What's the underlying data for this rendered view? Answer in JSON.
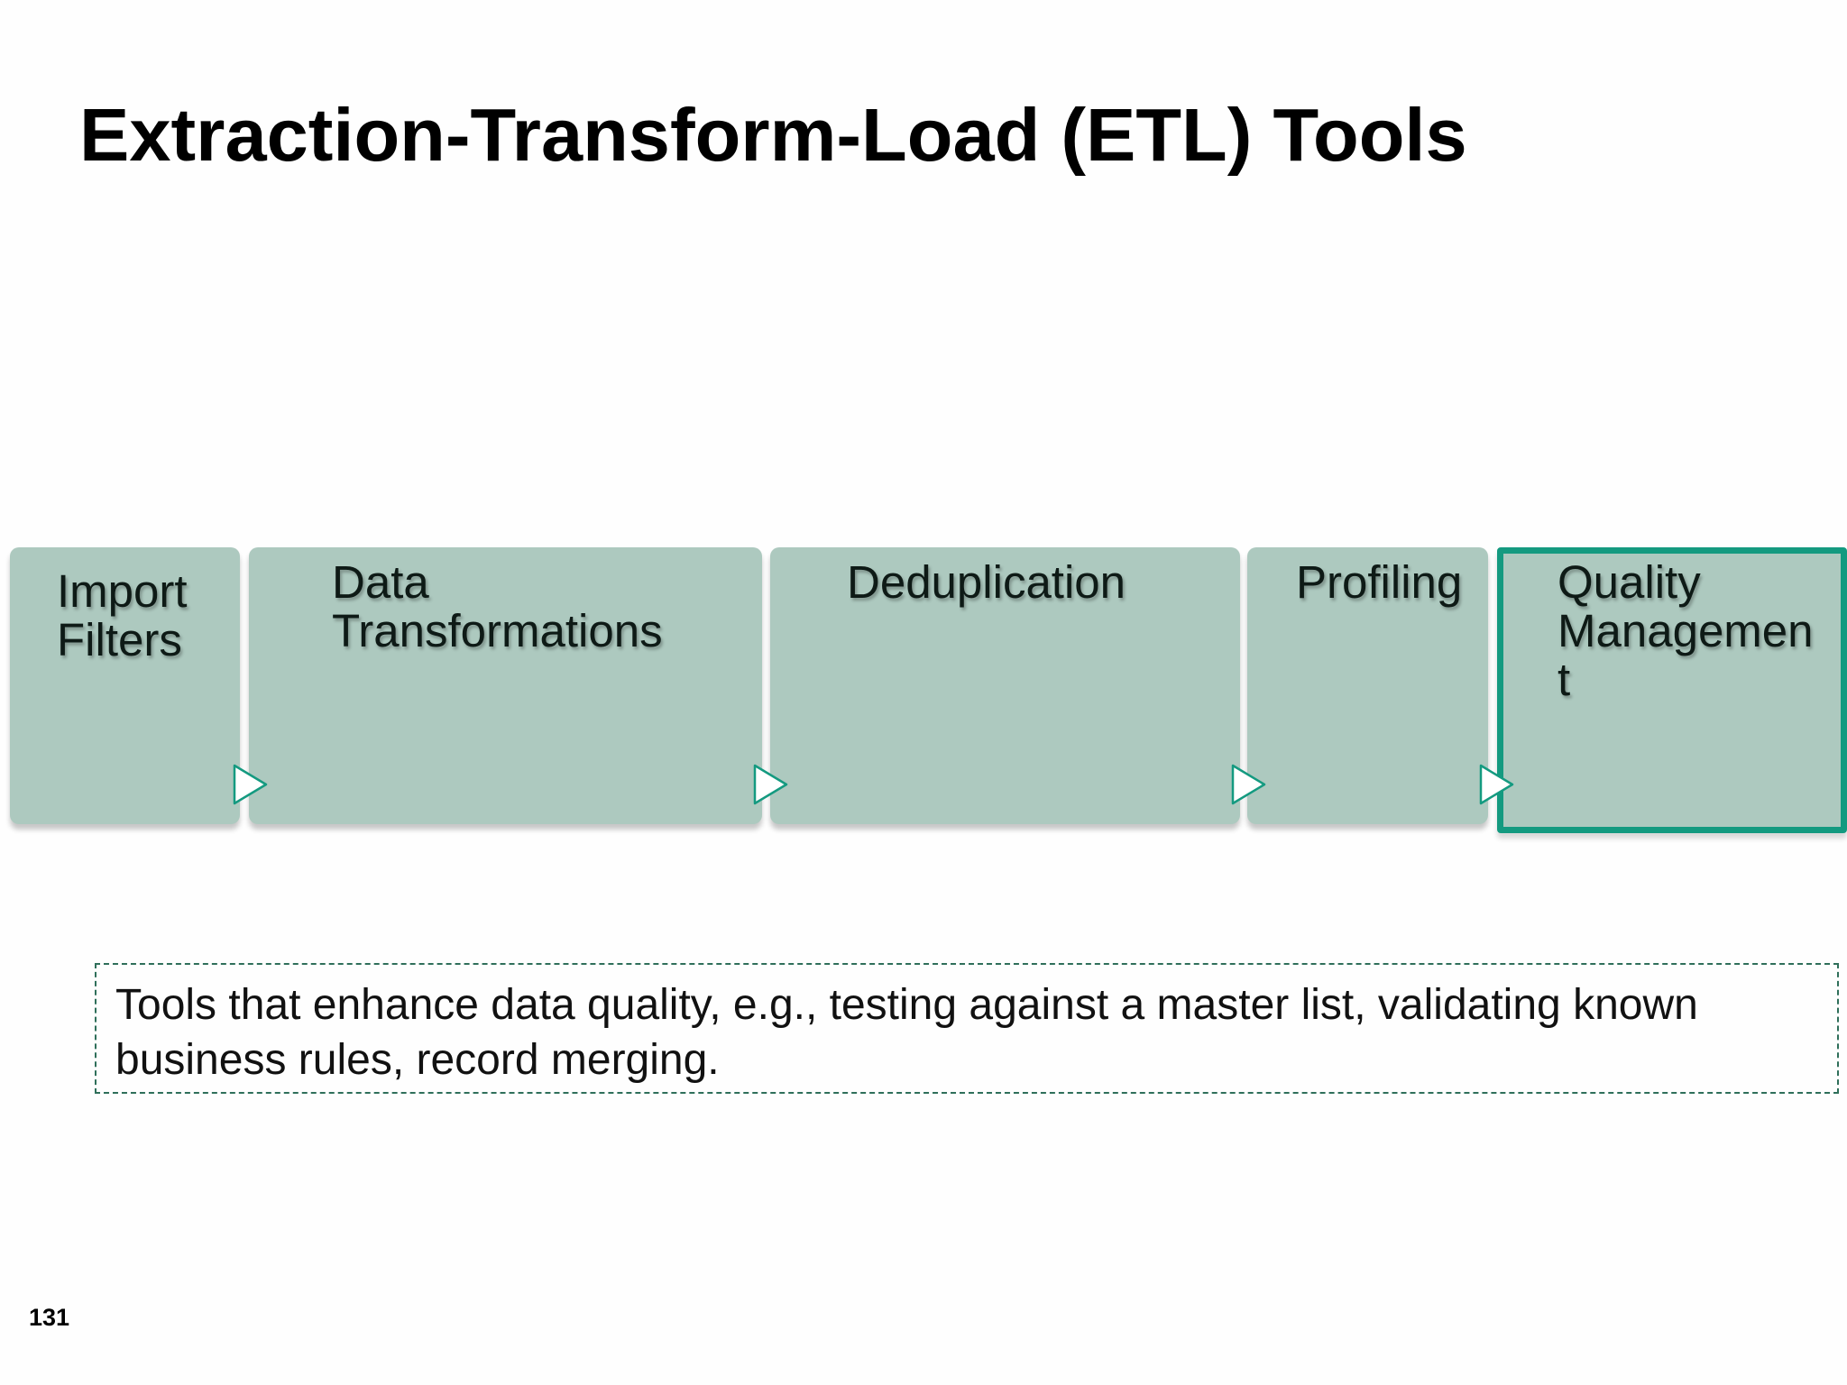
{
  "slide": {
    "title": "Extraction-Transform-Load (ETL) Tools",
    "page_number": "131"
  },
  "process": {
    "accent_color": "#149a80",
    "box_color": "#adc9bf",
    "steps": [
      {
        "label": "Import\nFilters",
        "active": false
      },
      {
        "label": "Data\nTransformations",
        "active": false
      },
      {
        "label": "Deduplication",
        "active": false
      },
      {
        "label": "Profiling",
        "active": false
      },
      {
        "label": "Quality\nManagemen\nt",
        "active": true
      }
    ],
    "connector_icon": "triangle-arrow-right"
  },
  "caption": {
    "text": "Tools that enhance data quality, e.g., testing against a master list, validating known business rules, record merging."
  }
}
